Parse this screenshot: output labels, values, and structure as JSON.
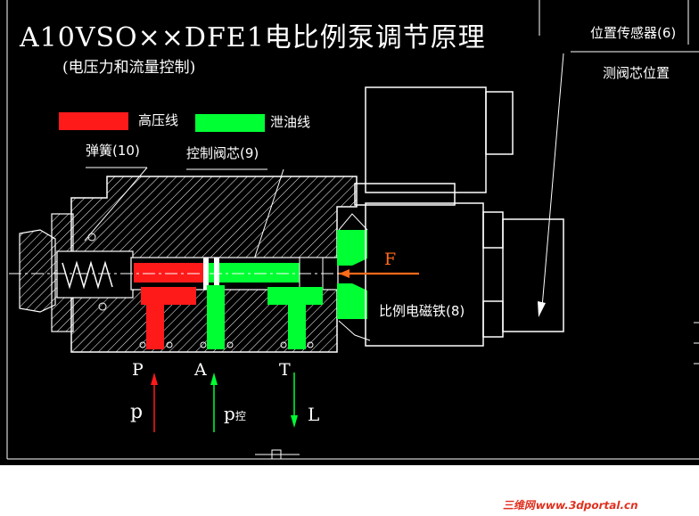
{
  "title": "A10VSO××DFE1电比例泵调节原理",
  "subtitle": "(电压力和流量控制)",
  "legend": {
    "high_pressure": "高压线",
    "drain": "泄油线",
    "high_color": "#ff1a1a",
    "drain_color": "#00ff33"
  },
  "labels": {
    "spring": "弹簧(10)",
    "control_spool": "控制阀芯(9)",
    "position_sensor": "位置传感器(6)",
    "measure_spool": "测阀芯位置",
    "solenoid": "比例电磁铁(8)",
    "force": "F"
  },
  "ports": {
    "p": "P",
    "a": "A",
    "t": "T"
  },
  "flows": {
    "pressure": "p",
    "control_base": "p",
    "control_sub": "控",
    "drain": "L"
  },
  "watermark": "三维网www.3dportal.cn",
  "colors": {
    "background": "#000000",
    "line": "#ffffff",
    "high": "#ff1a1a",
    "drain": "#00ff33",
    "force": "#ff6a1a"
  }
}
